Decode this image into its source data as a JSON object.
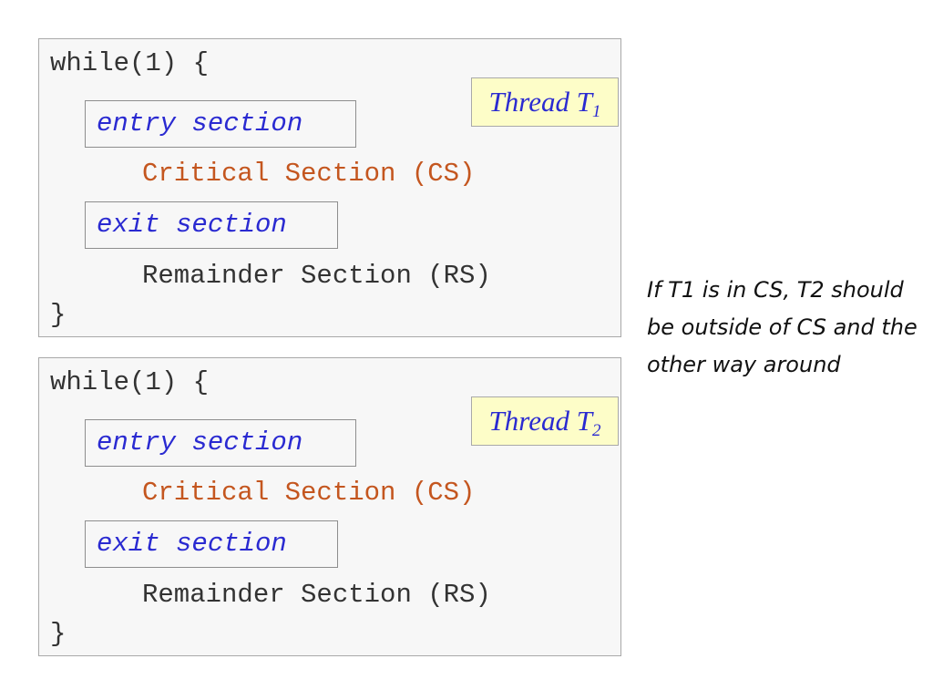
{
  "threads": [
    {
      "loop_open": "while(1) {",
      "entry_label": "entry section",
      "critical_label": "Critical Section (CS)",
      "exit_label": "exit section",
      "remainder_label": "Remainder Section (RS)",
      "loop_close": "}",
      "tag_text": "Thread T",
      "tag_subscript": "1"
    },
    {
      "loop_open": "while(1) {",
      "entry_label": "entry section",
      "critical_label": "Critical Section (CS)",
      "exit_label": "exit section",
      "remainder_label": "Remainder Section (RS)",
      "loop_close": "}",
      "tag_text": "Thread T",
      "tag_subscript": "2"
    }
  ],
  "note": "If T1 is in CS, T2 should be outside of CS and the other way around",
  "colors": {
    "code_text": "#333333",
    "section_blue": "#2a2ad1",
    "critical_orange": "#c4561f",
    "tag_fill": "#fdfdc8",
    "panel_fill": "#f7f7f7"
  }
}
